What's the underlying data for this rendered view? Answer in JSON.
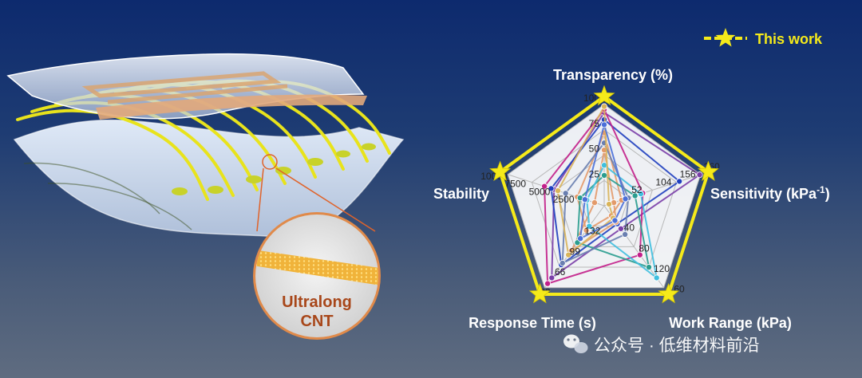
{
  "legend": {
    "label": "This work",
    "color": "#f5ea1a"
  },
  "inset": {
    "line1": "Ultralong",
    "line2": "CNT",
    "color": "#a8471a"
  },
  "watermark": {
    "text": "公众号 · 低维材料前沿",
    "icon": "wechat-icon"
  },
  "radar": {
    "axes": [
      {
        "label": "Transparency (%)",
        "ticks": [
          "100",
          "75",
          "50",
          "25"
        ]
      },
      {
        "label": "Sensitivity (kPa",
        "sup": "-1",
        "suffix": ")",
        "ticks": [
          "260",
          "156",
          "104",
          "52"
        ]
      },
      {
        "label": "Work Range (kPa)",
        "ticks": [
          "160",
          "120",
          "80",
          "40"
        ]
      },
      {
        "label": "Response Time (s)",
        "ticks": [
          "33",
          "66",
          "99",
          "132"
        ]
      },
      {
        "label": "Stability",
        "ticks": [
          "10000",
          "7500",
          "5000",
          "2500"
        ]
      }
    ],
    "this_work": [
      1,
      1,
      1,
      1,
      1
    ],
    "comparisons": [
      {
        "color": "#7a3ea8",
        "values": [
          0.92,
          0.99,
          0.28,
          0.88,
          0.52
        ]
      },
      {
        "color": "#1f3fbf",
        "values": [
          0.85,
          0.78,
          0.22,
          0.72,
          0.55
        ]
      },
      {
        "color": "#c21f8a",
        "values": [
          0.95,
          0.4,
          0.6,
          0.95,
          0.62
        ]
      },
      {
        "color": "#e39a6a",
        "values": [
          0.72,
          0.18,
          0.12,
          0.3,
          0.28
        ]
      },
      {
        "color": "#e39a6a",
        "values": [
          0.55,
          0.1,
          0.2,
          0.55,
          0.1
        ]
      },
      {
        "color": "#2a9d8f",
        "values": [
          0.3,
          0.32,
          0.75,
          0.45,
          0.25
        ]
      },
      {
        "color": "#3fbfdf",
        "values": [
          0.4,
          0.38,
          0.88,
          0.25,
          0.18
        ]
      },
      {
        "color": "#6a7fb0",
        "values": [
          0.62,
          0.25,
          0.35,
          0.7,
          0.4
        ]
      },
      {
        "color": "#d9b45a",
        "values": [
          0.98,
          0.05,
          0.15,
          0.6,
          0.48
        ]
      },
      {
        "color": "#4a6fd8",
        "values": [
          0.8,
          0.22,
          0.18,
          0.4,
          0.2
        ]
      }
    ]
  }
}
